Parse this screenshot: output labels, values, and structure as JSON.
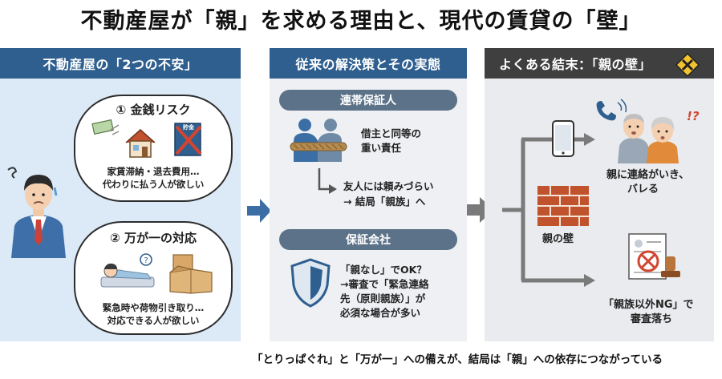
{
  "title": "不動産屋が「親」を求める理由と、現代の賃貸の「壁」",
  "panel1": {
    "header": "不動産屋の「2つの不安」",
    "risk1": {
      "title": "① 金銭リスク",
      "line1": "家賃滞納・退去費用…",
      "line2": "代わりに払う人が欲しい",
      "book_label": "貯金"
    },
    "risk2": {
      "title": "② 万が一の対応",
      "line1": "緊急時や荷物引き取り…",
      "line2": "対応できる人が欲しい"
    }
  },
  "panel2": {
    "header": "従来の解決策とその実態",
    "joint": {
      "label": "連帯保証人",
      "line1": "借主と同等の",
      "line2": "重い責任",
      "line3": "友人には頼みづらい",
      "line4": "→ 結局「親族」へ"
    },
    "company": {
      "label": "保証会社",
      "line1": "「親なし」でOK？",
      "line2": "→審査で「緊急連絡",
      "line3": "先（原則親族）」が",
      "line4": "必須な場合が多い"
    }
  },
  "panel3": {
    "header": "よくある結末：「親の壁」",
    "outcome1": {
      "line1": "親に連絡がいき、",
      "line2": "バレる"
    },
    "wall_label": "親の壁",
    "outcome2": {
      "line1": "「親族以外NG」で",
      "line2": "審査落ち"
    },
    "exclaim": "!?"
  },
  "footer": "「とりっぱぐれ」と「万が一」への備えが、結局は「親」への依存につながっている",
  "colors": {
    "panel_blue": "#2f5f8f",
    "panel_dark": "#3f3f3f",
    "arrow_blue": "#3a6ea5",
    "arrow_gray": "#7a7a7a",
    "brick": "#c0532e"
  },
  "icons": [
    "money-icon",
    "house-icon",
    "book-icon",
    "worried-man-icon",
    "sick-person-icon",
    "boxes-icon",
    "handshake-rope-icon",
    "shield-icon",
    "phone-icon",
    "parents-icon",
    "brick-wall-icon",
    "rejected-document-icon",
    "warning-sign-icon"
  ]
}
